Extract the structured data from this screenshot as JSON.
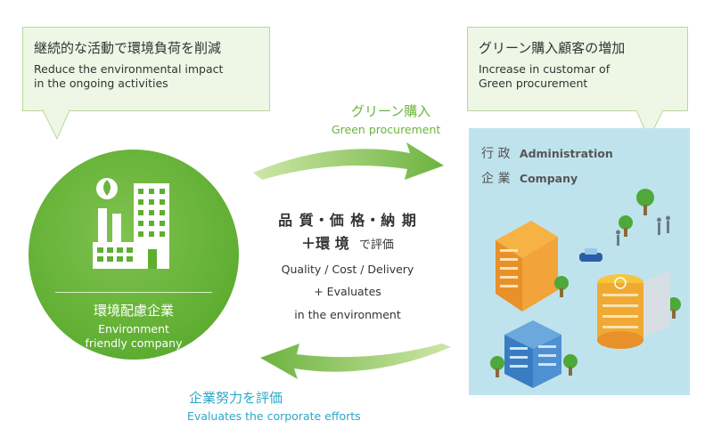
{
  "left_callout": {
    "jp": "継続的な活動で環境負荷を削減",
    "en_line1": "Reduce the environmental impact",
    "en_line2": "in the ongoing activities"
  },
  "right_callout": {
    "jp": "グリーン購入顧客の増加",
    "en_line1": "Increase in customar of",
    "en_line2": "Green procurement"
  },
  "top_arrow_label": {
    "jp": "グリーン購入",
    "en": "Green procurement"
  },
  "bottom_arrow_label": {
    "jp": "企業努力を評価",
    "en": "Evaluates the corporate efforts"
  },
  "center": {
    "jp_line1": "品 質・価 格・納 期",
    "jp_line2_bold": "＋環 境",
    "jp_line2_rest": "で評価",
    "en_line1": "Quality / Cost / Delivery",
    "en_line2": "+  Evaluates",
    "en_line3": "in the environment"
  },
  "circle": {
    "jp": "環境配慮企業",
    "en_line1": "Environment",
    "en_line2": "friendly company"
  },
  "panel": {
    "row1_jp": "行 政",
    "row1_en": "Administration",
    "row2_jp": "企 業",
    "row2_en": "Company"
  },
  "colors": {
    "green": "#6cb33f",
    "blue": "#2ba7c8",
    "panel": "#bfe3ec",
    "callout_bg": "#eef6e6"
  }
}
